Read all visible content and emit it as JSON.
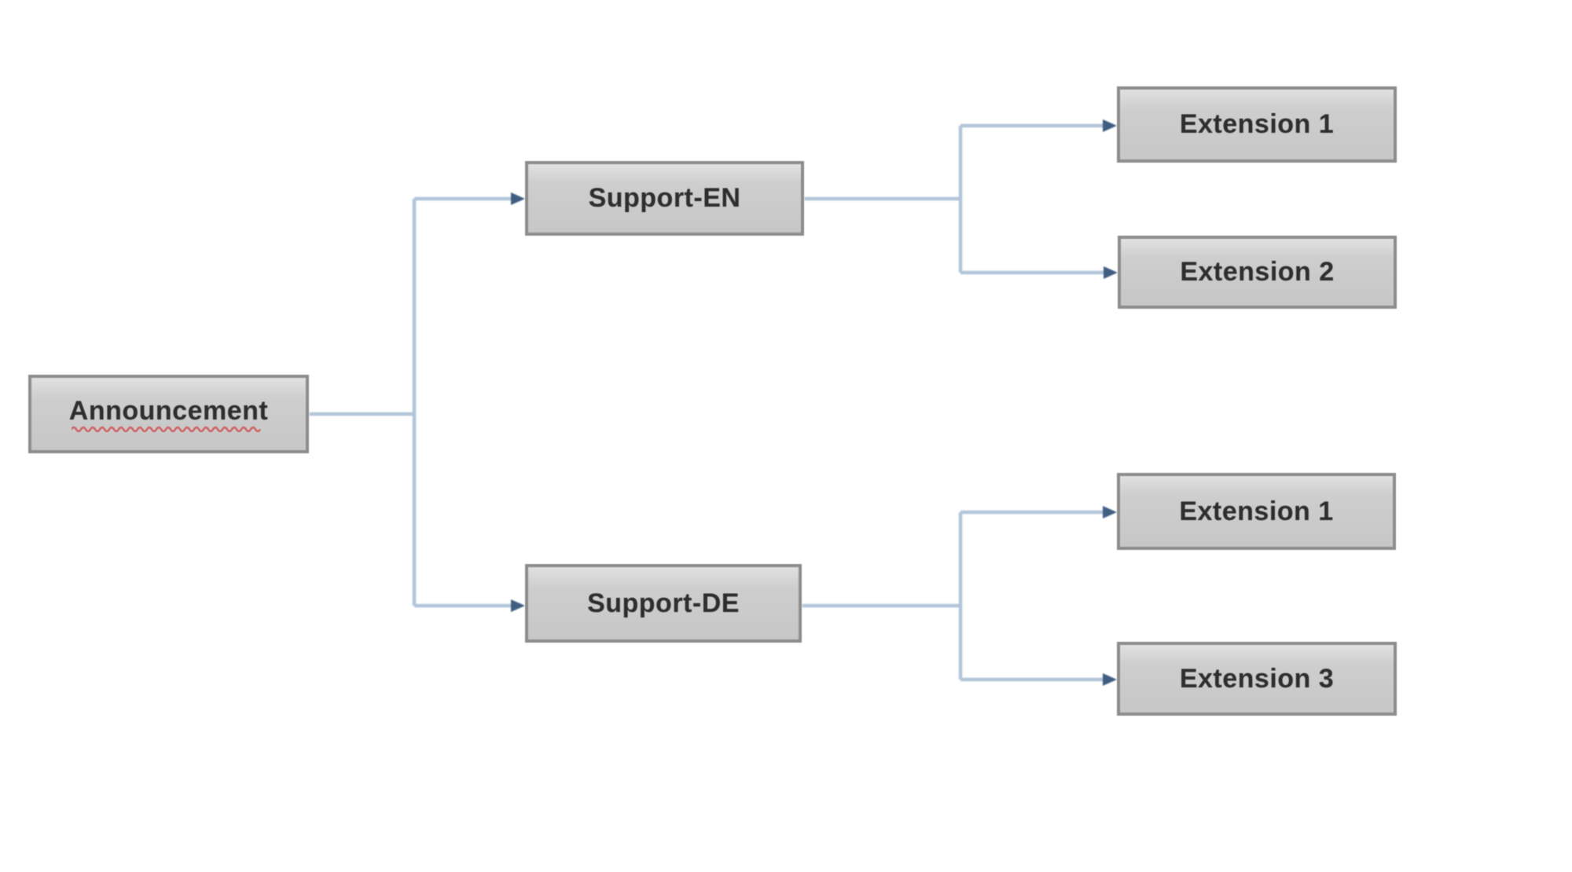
{
  "diagram": {
    "type": "flowchart",
    "background_color": "#ffffff",
    "connector_color": "#b2c5d9",
    "arrow_color": "#3f5e82",
    "box_fill": "#cccccc",
    "box_border_color": "#8d8d8d",
    "box_text_color": "#2e2e2e",
    "spellcheck_underline_color": "#cf6060",
    "nodes": [
      {
        "id": "announcement",
        "label": "Announcement",
        "level": 0,
        "spellcheck_underline": true
      },
      {
        "id": "support-en",
        "label": "Support-EN",
        "level": 1,
        "spellcheck_underline": false
      },
      {
        "id": "support-de",
        "label": "Support-DE",
        "level": 1,
        "spellcheck_underline": false
      },
      {
        "id": "ext1-en",
        "label": "Extension 1",
        "level": 2,
        "spellcheck_underline": false
      },
      {
        "id": "ext2-en",
        "label": "Extension 2",
        "level": 2,
        "spellcheck_underline": false
      },
      {
        "id": "ext1-de",
        "label": "Extension 1",
        "level": 2,
        "spellcheck_underline": false
      },
      {
        "id": "ext3-de",
        "label": "Extension 3",
        "level": 2,
        "spellcheck_underline": false
      }
    ],
    "edges": [
      {
        "from": "announcement",
        "to": "support-en"
      },
      {
        "from": "announcement",
        "to": "support-de"
      },
      {
        "from": "support-en",
        "to": "ext1-en"
      },
      {
        "from": "support-en",
        "to": "ext2-en"
      },
      {
        "from": "support-de",
        "to": "ext1-de"
      },
      {
        "from": "support-de",
        "to": "ext3-de"
      }
    ]
  }
}
